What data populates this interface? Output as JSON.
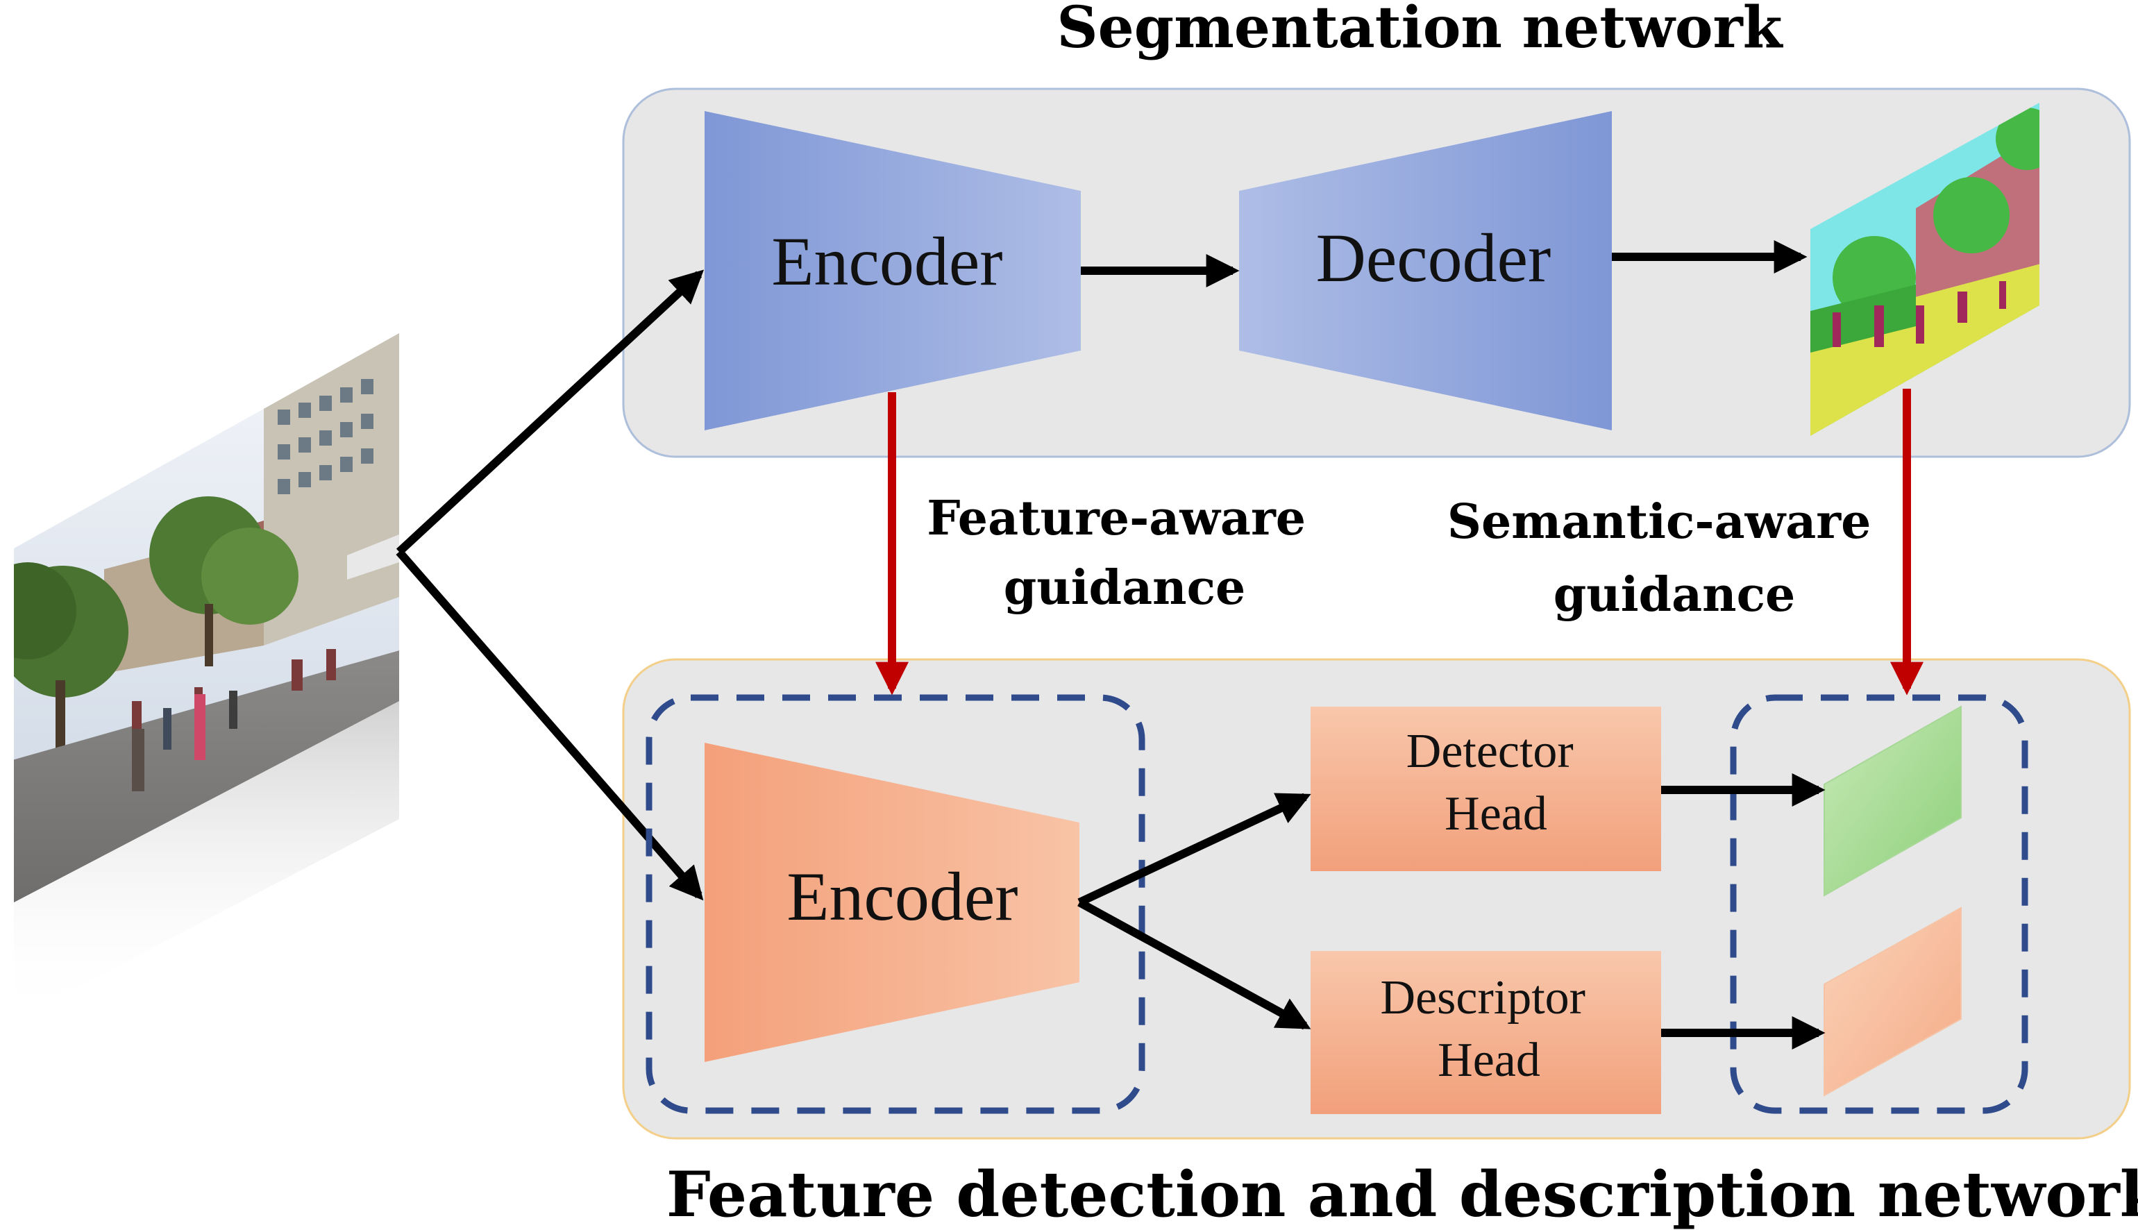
{
  "titles": {
    "segmentation": "Segmentation network",
    "feature": "Feature detection and description network"
  },
  "segmentation": {
    "encoder_label": "Encoder",
    "decoder_label": "Decoder"
  },
  "feature": {
    "encoder_label": "Encoder",
    "detector_head": [
      "Detector",
      "Head"
    ],
    "descriptor_head": [
      "Descriptor",
      "Head"
    ]
  },
  "guidance": {
    "feature_aware": [
      "Feature-aware",
      "guidance"
    ],
    "semantic_aware": [
      "Semantic-aware",
      "guidance"
    ]
  },
  "colors": {
    "segmentation_panel_border": "#aebfdc",
    "feature_panel_border": "#f3cf8a",
    "panel_fill": "#e7e7e7",
    "blue_block": "#8aa0d8",
    "orange_block": "#f4a27c",
    "guidance_arrow": "#c00000",
    "dashed_box": "#2f4b8c",
    "detector_output": "#9fd68a",
    "descriptor_output": "#f7b890"
  },
  "icons": {
    "input_image": "street-scene-photo",
    "segmentation_output": "semantic-segmentation-map"
  }
}
